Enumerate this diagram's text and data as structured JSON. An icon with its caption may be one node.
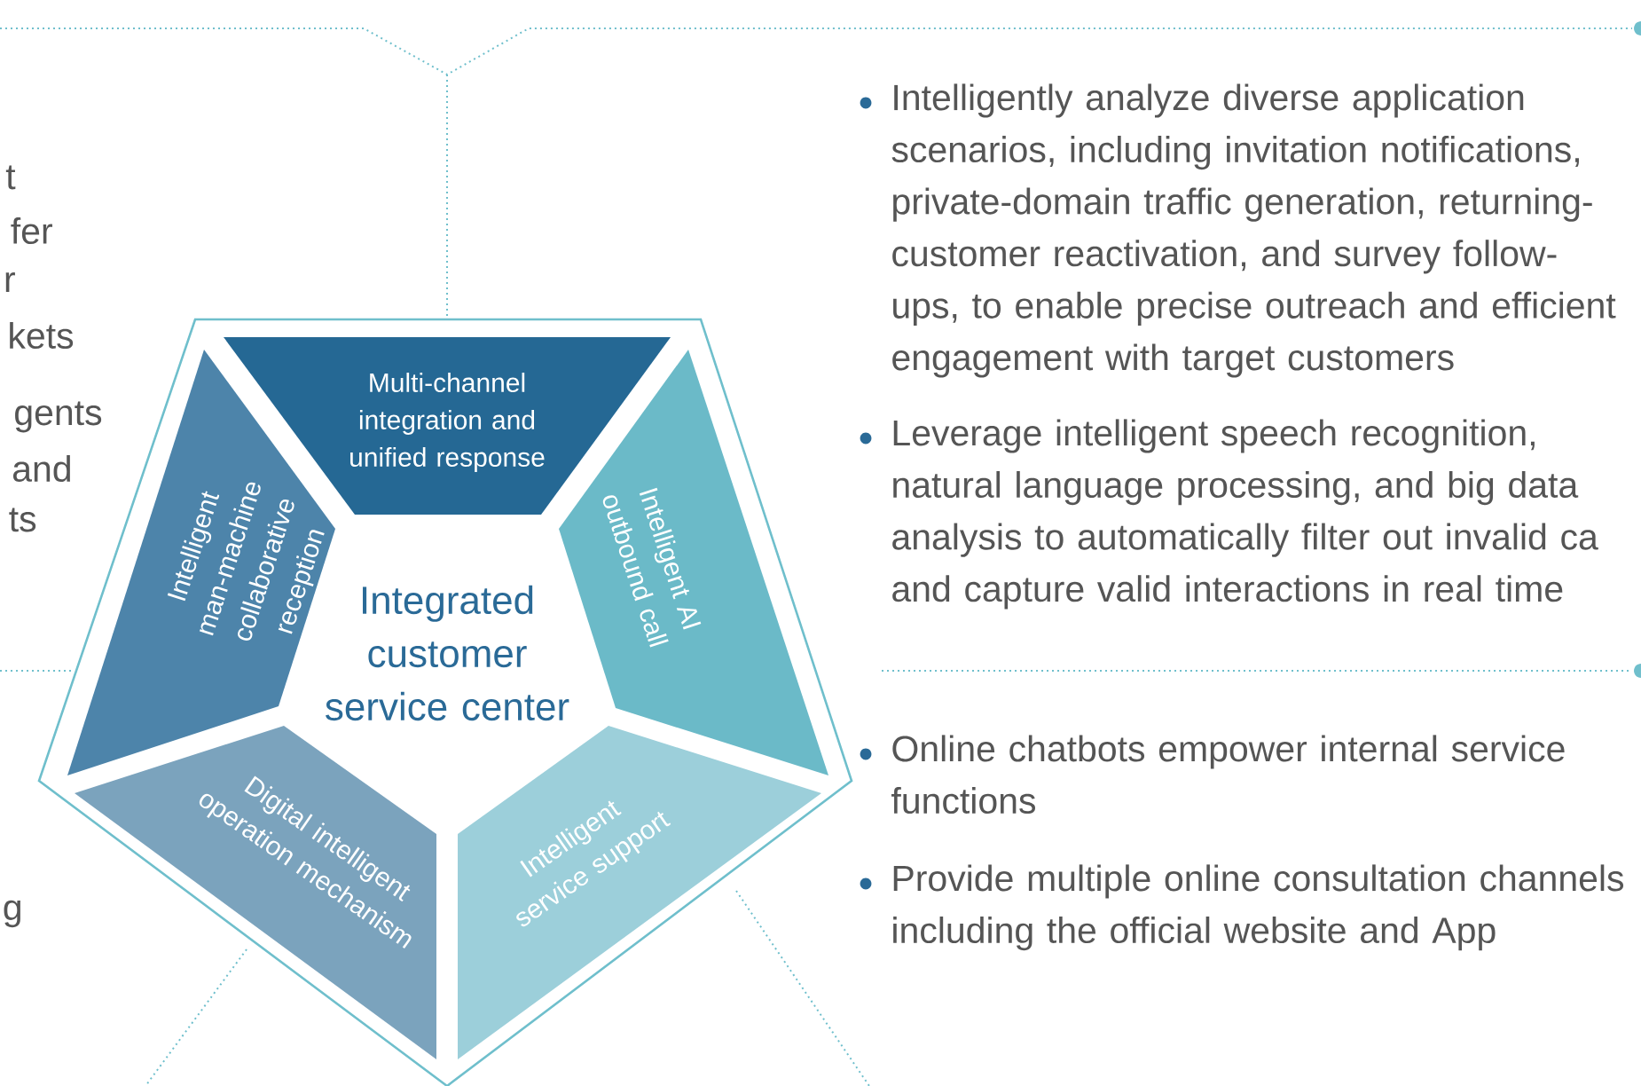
{
  "diagram": {
    "nodes": [
      {
        "text": [
          "Multi-channel integration and unified response"
        ]
      },
      {
        "text": [
          "Intelligent man-machine collaborative reception"
        ]
      },
      {
        "text": [
          "Integrated customer service center"
        ]
      },
      {
        "text": [
          "Intelligent AI outbound call"
        ]
      },
      {
        "text": [
          "Digital intelligent operation mechanism"
        ]
      },
      {
        "text": [
          "Intelligent service support"
        ]
      }
    ],
    "labels": [
      "t",
      "fer",
      "r",
      "kets",
      "gents",
      "and",
      "ts",
      "Intelligently analyze diverse application scenarios, including invitation notifications, private-domain traffic generation, returning-customer reactivation, and survey follow-ups, to enable precise outreach and efficient engagement with target customers",
      "Leverage intelligent speech recognition, natural language processing, and big data analysis to automatically filter out invalid ca and capture valid interactions in real time",
      "g",
      "Online chatbots empower internal service functions",
      "Provide multiple online consultation channels including the official website and App"
    ]
  }
}
